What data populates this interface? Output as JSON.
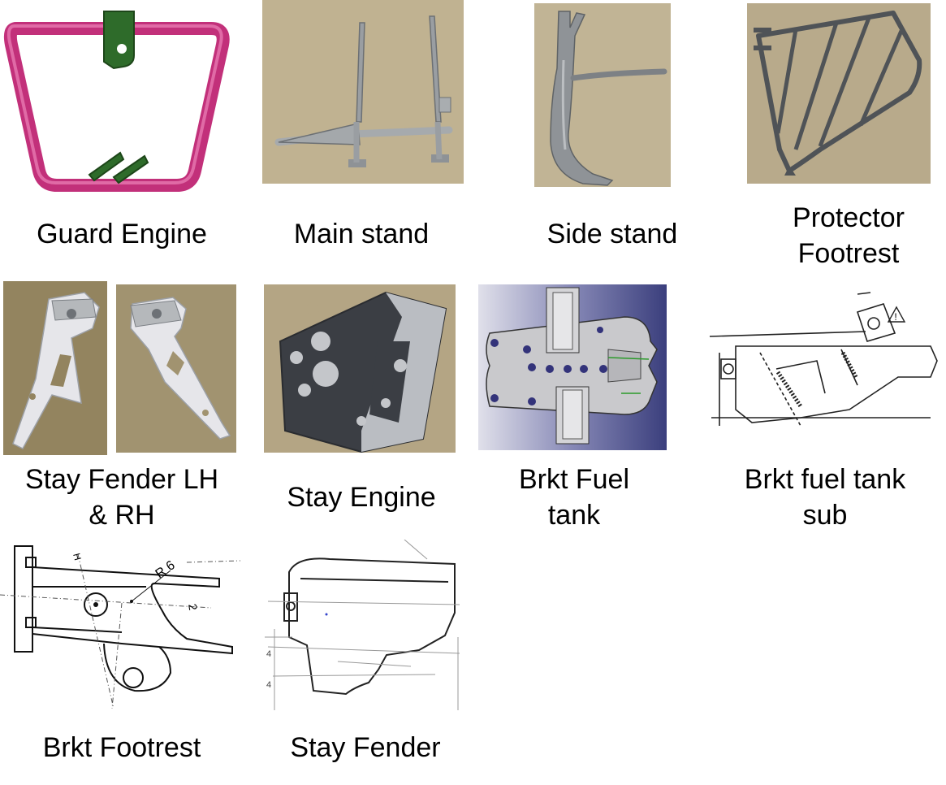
{
  "parts": [
    {
      "id": "guard-engine",
      "label": "Guard Engine"
    },
    {
      "id": "main-stand",
      "label": "Main stand"
    },
    {
      "id": "side-stand",
      "label": "Side stand"
    },
    {
      "id": "protector-footrest",
      "label_line1": "Protector",
      "label_line2": "Footrest"
    },
    {
      "id": "stay-fender-lh-rh",
      "label_line1": "Stay Fender LH",
      "label_line2": "& RH"
    },
    {
      "id": "stay-engine",
      "label": "Stay Engine"
    },
    {
      "id": "brkt-fuel-tank",
      "label_line1": "Brkt Fuel",
      "label_line2": "tank"
    },
    {
      "id": "brkt-fuel-tank-sub",
      "label_line1": "Brkt fuel tank",
      "label_line2": "sub"
    },
    {
      "id": "brkt-footrest",
      "label": "Brkt Footrest"
    },
    {
      "id": "stay-fender",
      "label": "Stay Fender"
    }
  ],
  "drawing_marks": {
    "footrest_radius": "R 6",
    "footrest_dim_2": "2",
    "footrest_dim_h": "H",
    "fender_dim_4a": "4",
    "fender_dim_4b": "4",
    "warning_glyph": "!"
  },
  "colors": {
    "guard_tube": "#c2307a",
    "guard_bracket": "#2e6b2a",
    "photo_bg": "#b7a98a",
    "metal": "#b5b8bb",
    "cad_bg": "#4a4d86",
    "cad_part": "#c9c9cc"
  }
}
